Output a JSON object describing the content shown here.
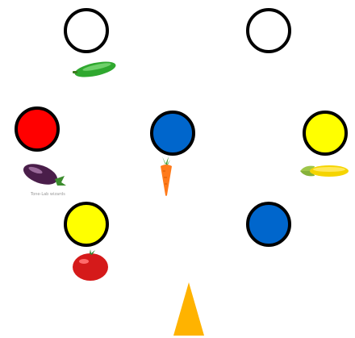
{
  "colors": {
    "white": "#ffffff",
    "red": "#ff0000",
    "blue": "#0066cc",
    "yellow": "#ffff00",
    "arrow": "#ffb300",
    "outline": "#000000"
  },
  "circles": [
    {
      "id": "top-left",
      "color": "white"
    },
    {
      "id": "top-right",
      "color": "white"
    },
    {
      "id": "mid-left",
      "color": "red"
    },
    {
      "id": "mid-center",
      "color": "blue"
    },
    {
      "id": "mid-right",
      "color": "yellow"
    },
    {
      "id": "low-left",
      "color": "yellow"
    },
    {
      "id": "low-right",
      "color": "blue"
    }
  ],
  "items": [
    "cucumber",
    "eggplant",
    "carrot",
    "corn",
    "tomato"
  ],
  "pointer": {
    "icon": "triangle-pointer-icon",
    "color": "arrow"
  }
}
